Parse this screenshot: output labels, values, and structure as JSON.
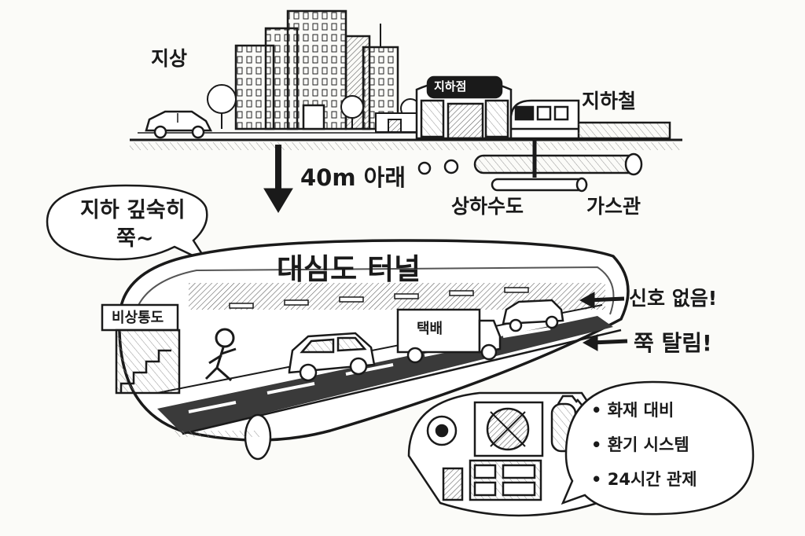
{
  "labels": {
    "ground": "지상",
    "subway": "지하철",
    "depth": "40m 아래",
    "water_pipe": "상하수도",
    "gas_pipe": "가스관",
    "speech_line1": "지하 깊숙히",
    "speech_line2": "쭉~",
    "tunnel_name": "대심도 터널",
    "no_signal": "신호 없음!",
    "dash": "쭉 탈림!",
    "store_sign": "지하점",
    "emergency_exit": "비상통도",
    "truck": "택배"
  },
  "features": {
    "items": [
      "• 화재 대비",
      "• 환기 시스템",
      "• 24시간 관제"
    ]
  },
  "colors": {
    "ink": "#1a1a1a",
    "paper": "#fbfbf8",
    "road": "#3a3a3a"
  }
}
